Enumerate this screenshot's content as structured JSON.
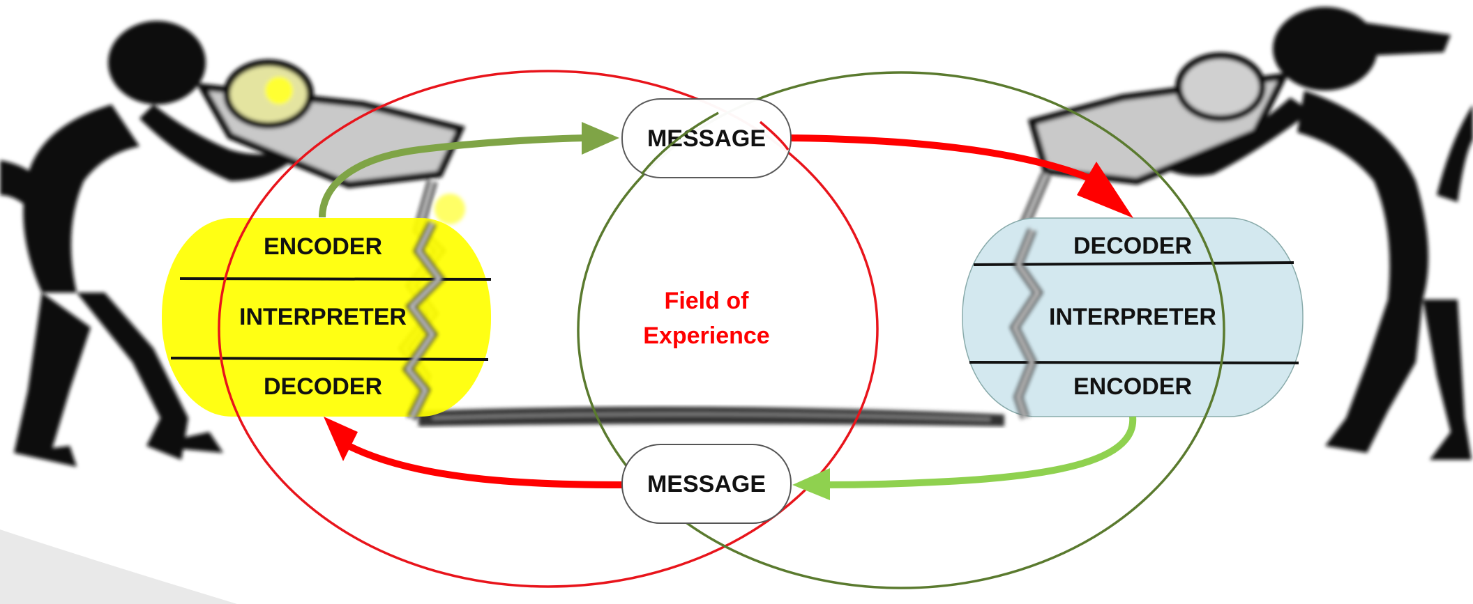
{
  "diagram": {
    "center_label": {
      "line1": "Field of",
      "line2": "Experience"
    },
    "top_message": "MESSAGE",
    "bottom_message": "MESSAGE",
    "left_stack": {
      "top": "ENCODER",
      "middle": "INTERPRETER",
      "bottom": "DECODER"
    },
    "right_stack": {
      "top": "DECODER",
      "middle": "INTERPRETER",
      "bottom": "ENCODER"
    }
  },
  "colors": {
    "left_stack_fill": "#ffff00",
    "right_stack_fill": "#d3e8ef",
    "left_field_circle": "#e8141b",
    "right_field_circle": "#5a7a2e",
    "center_label": "#ff0000",
    "arrow_red": "#ff0000",
    "arrow_green_top": "#7fa446",
    "arrow_green_bottom": "#8fd14f"
  },
  "icons": [
    "person-with-megaphone-left",
    "person-with-megaphone-right"
  ]
}
